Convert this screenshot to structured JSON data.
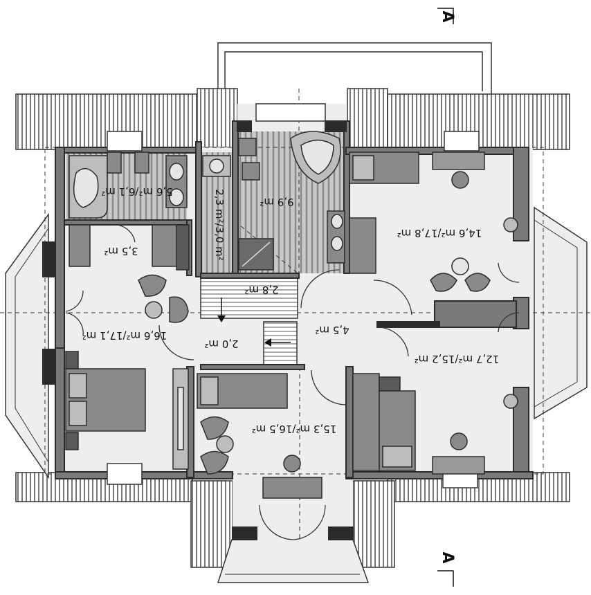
{
  "section_marker": "A",
  "rooms": {
    "bathroom_small": "5,6 m²/6,1 m²",
    "bathroom_main": "9,9 m²",
    "wc": "2,3 m²/3,0 m²",
    "dressing": "3,5 m²",
    "stair": "2,8 m²",
    "bedroom_ne": "14,6 m²/17,8 m²",
    "bedroom_w": "16,6 m²/17,1 m²",
    "hall_center": "4,5 m²",
    "hall_small": "2,0 m²",
    "bedroom_e": "12,7 m²/15,2 m²",
    "bedroom_s": "15,3 m²/16,5 m²"
  },
  "colors": {
    "wall": "#2b2b2b",
    "wall_fill": "#7a7a7a",
    "floor": "#eeeeee",
    "wet_floor": "#9a9a9a",
    "furniture": "#8a8a8a",
    "roof": "#5a5a5a",
    "line": "#111111"
  }
}
